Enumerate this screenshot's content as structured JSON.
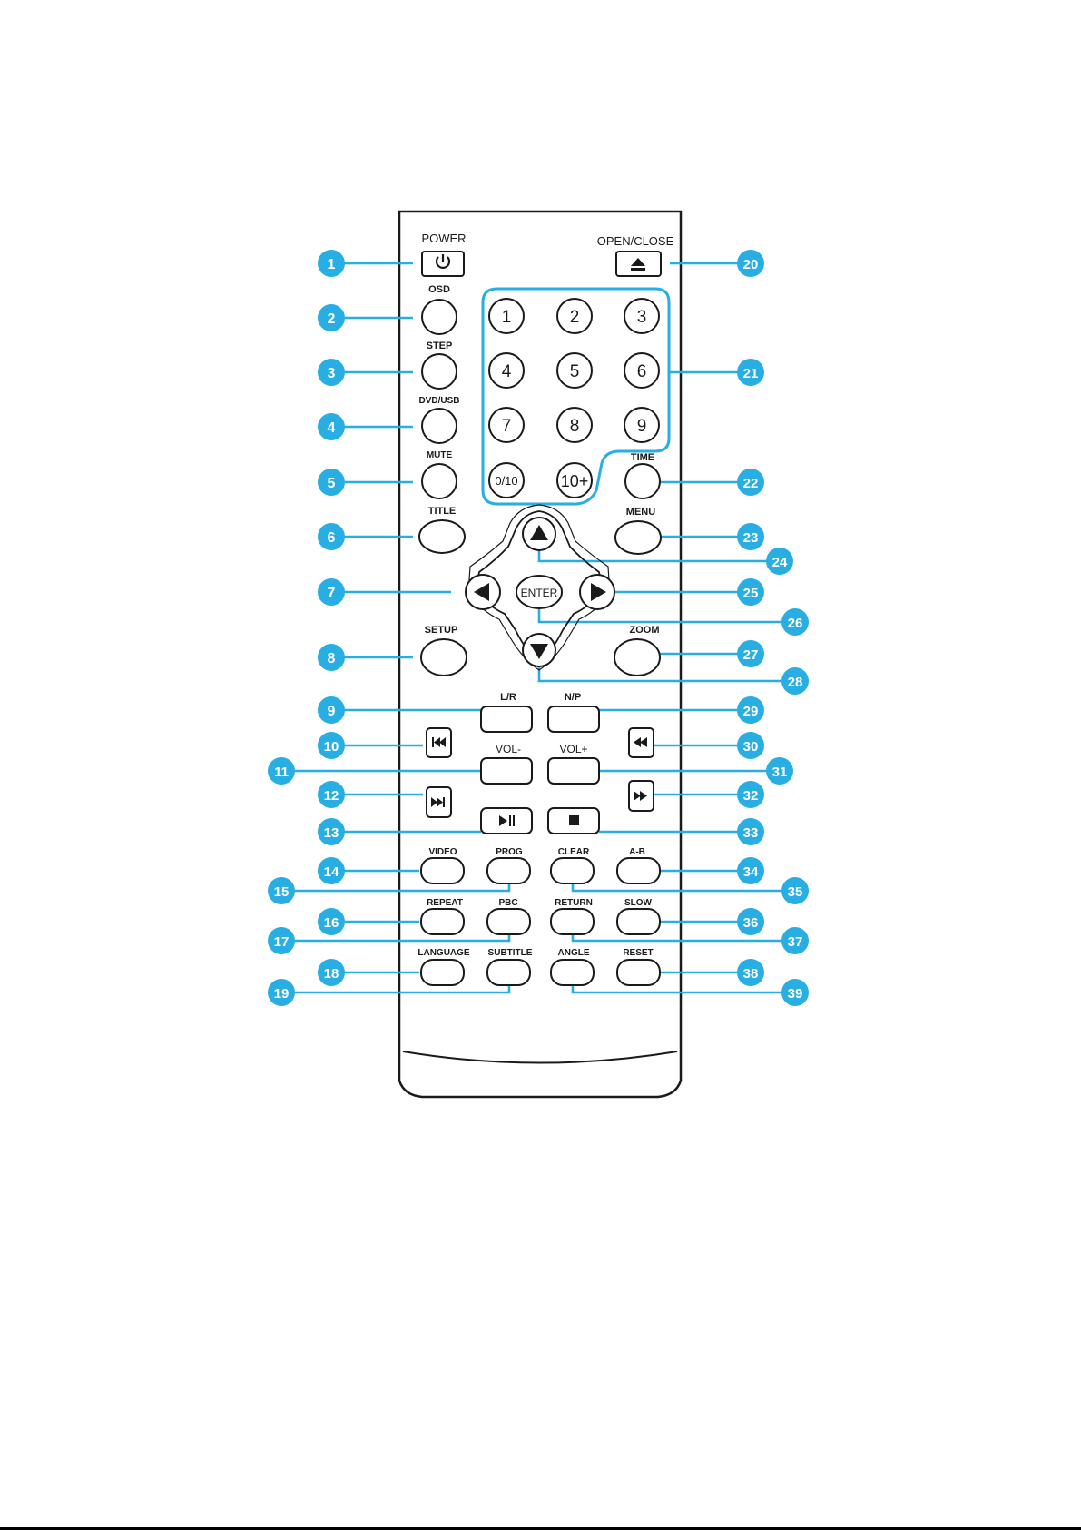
{
  "colors": {
    "callout": "#29aee3",
    "ink": "#1a1a1a",
    "background": "#ffffff"
  },
  "remote": {
    "top_buttons": {
      "power_label": "POWER",
      "open_close_label": "OPEN/CLOSE"
    },
    "left_column": [
      {
        "key": "osd",
        "label": "OSD"
      },
      {
        "key": "step",
        "label": "STEP"
      },
      {
        "key": "dvd_usb",
        "label": "DVD/USB"
      },
      {
        "key": "mute",
        "label": "MUTE"
      }
    ],
    "numpad": [
      "1",
      "2",
      "3",
      "4",
      "5",
      "6",
      "7",
      "8",
      "9",
      "0/10",
      "10+"
    ],
    "labels": {
      "time": "TIME",
      "title": "TITLE",
      "menu": "MENU",
      "enter": "ENTER",
      "setup": "SETUP",
      "zoom": "ZOOM",
      "lr": "L/R",
      "np": "N/P",
      "vol_minus": "VOL-",
      "vol_plus": "VOL+",
      "video": "VIDEO",
      "prog": "PROG",
      "clear": "CLEAR",
      "ab": "A-B",
      "repeat": "REPEAT",
      "pbc": "PBC",
      "return": "RETURN",
      "slow": "SLOW",
      "language": "LANGUAGE",
      "subtitle": "SUBTITLE",
      "angle": "ANGLE",
      "reset": "RESET"
    },
    "icons": {
      "power": "power-icon",
      "eject": "eject-icon",
      "up": "arrow-up-icon",
      "down": "arrow-down-icon",
      "left": "arrow-left-icon",
      "right": "arrow-right-icon",
      "prev": "skip-previous-icon",
      "next": "skip-next-icon",
      "rewind": "rewind-icon",
      "fast_forward": "fast-forward-icon",
      "play_pause": "play-pause-icon",
      "stop": "stop-icon"
    }
  },
  "callouts": [
    "1",
    "2",
    "3",
    "4",
    "5",
    "6",
    "7",
    "8",
    "9",
    "10",
    "11",
    "12",
    "13",
    "14",
    "15",
    "16",
    "17",
    "18",
    "19",
    "20",
    "21",
    "22",
    "23",
    "24",
    "25",
    "26",
    "27",
    "28",
    "29",
    "30",
    "31",
    "32",
    "33",
    "34",
    "35",
    "36",
    "37",
    "38",
    "39"
  ]
}
